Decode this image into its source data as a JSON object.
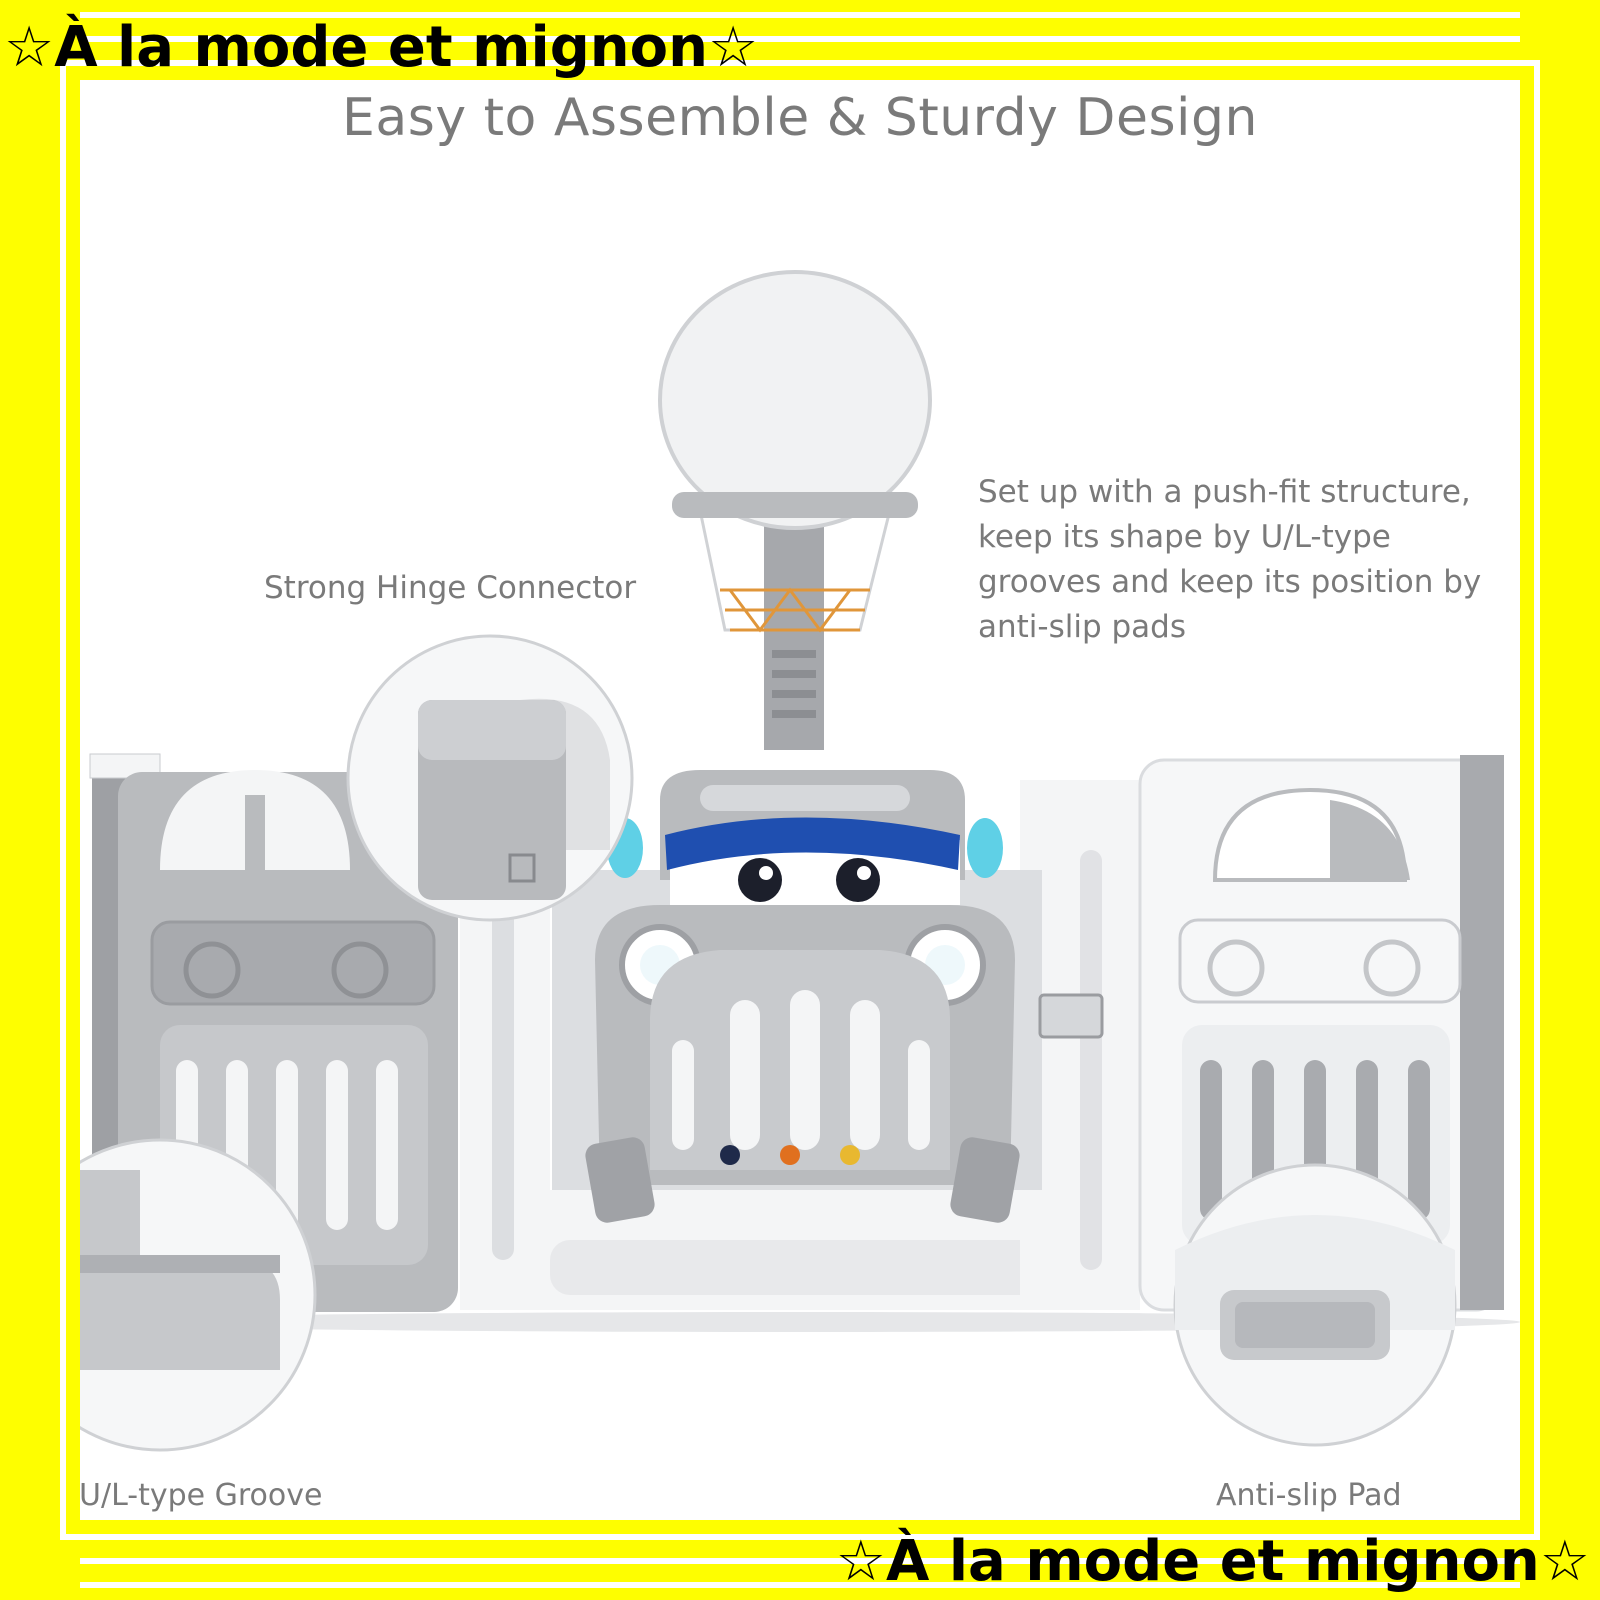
{
  "banner": {
    "top_text": "☆À la mode et mignon☆",
    "bottom_text": "☆À la mode et mignon☆"
  },
  "headline": "Easy to Assemble & Sturdy Design",
  "labels": {
    "hinge": "Strong Hinge Connector",
    "groove": "U/L-type Groove",
    "pad": "Anti-slip Pad"
  },
  "callout": {
    "lines": [
      "Set up with a push-fit structure,",
      "keep its shape by U/L-type",
      "grooves and keep its position by",
      "anti-slip pads"
    ]
  },
  "colors": {
    "border_yellow": "#fefe00",
    "text_gray": "#7a7a7a",
    "panel_gray": "#b9bbbe",
    "panel_white": "#f3f4f6",
    "accent_blue": "#1f4fb0",
    "accent_cyan": "#5fd0e6",
    "net_orange": "#e0963a"
  }
}
